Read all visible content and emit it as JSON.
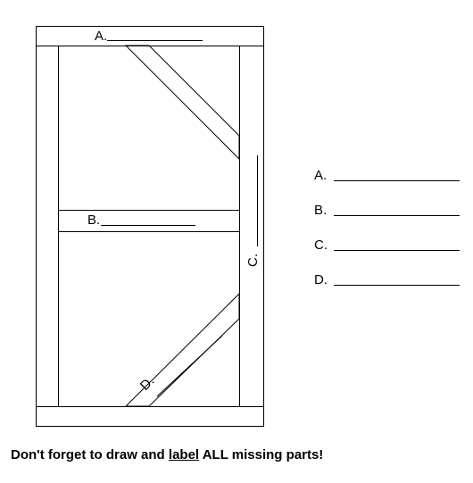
{
  "diagram": {
    "labels": {
      "a": "A.",
      "b": "B.",
      "c": "C.",
      "d": "D."
    }
  },
  "answers": [
    {
      "letter": "A."
    },
    {
      "letter": "B."
    },
    {
      "letter": "C."
    },
    {
      "letter": "D."
    }
  ],
  "footer": {
    "before": "Don't forget to draw and",
    "emphasis": "label",
    "after": "ALL missing parts!"
  }
}
